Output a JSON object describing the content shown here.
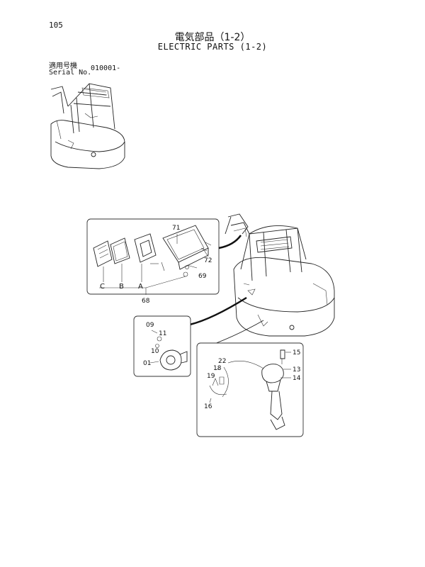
{
  "header": {
    "page_number": "105",
    "title_jp": "電気部品（1-2）",
    "title_en": "ELECTRIC PARTS (1-2)",
    "serial_label_jp": "適用号機",
    "serial_label_en": "Serial No.",
    "serial_value": "010001-"
  },
  "callouts": {
    "light_panel": [
      "71",
      "72",
      "69",
      "68",
      "C",
      "B",
      "A"
    ],
    "horn_panel": [
      "09",
      "11",
      "10",
      "01"
    ],
    "switch_panel": [
      "15",
      "22",
      "18",
      "19",
      "13",
      "14",
      "16"
    ]
  }
}
